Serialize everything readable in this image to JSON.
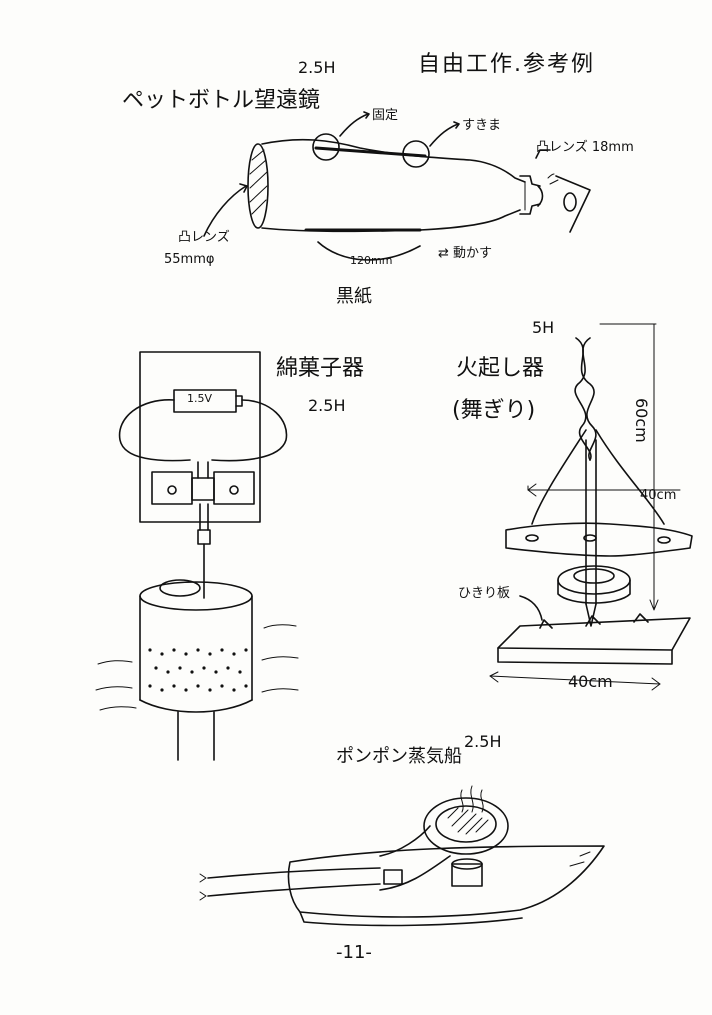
{
  "page": {
    "title": "自由工作.参考例",
    "page_number": "-11-"
  },
  "telescope": {
    "title": "ペットボトル望遠鏡",
    "grade": "2.5H",
    "label_fixed": "固定",
    "label_gap": "すきま",
    "label_eye_lens": "凸レンズ 18mm",
    "label_obj_lens_top": "凸レンズ",
    "label_obj_lens_size": "55mmφ",
    "label_length": "120mm",
    "label_move": "⇄ 動かす",
    "label_black_paper": "黒紙"
  },
  "cotton_candy": {
    "title": "綿菓子器",
    "grade": "2.5H",
    "battery_label": "1.5V"
  },
  "fire_starter": {
    "title": "火起し器",
    "subtitle": "(舞ぎり)",
    "grade": "5H",
    "height_label": "60cm",
    "width_label_top": "40cm",
    "board_label": "ひきり板",
    "width_label_bottom": "40cm"
  },
  "steam_boat": {
    "title": "ポンポン蒸気船",
    "grade": "2.5H"
  }
}
